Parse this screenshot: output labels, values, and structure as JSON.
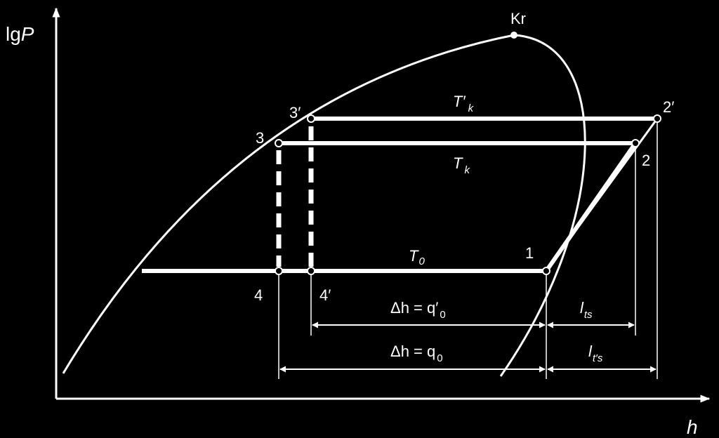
{
  "axes": {
    "y_label_prefix": "lg",
    "y_label_var": "P",
    "x_label": "h"
  },
  "critical_point": "Kr",
  "points": {
    "p1": "1",
    "p2": "2",
    "p2_prime": "2′",
    "p3": "3",
    "p3_prime": "3′",
    "p4": "4",
    "p4_prime": "4′"
  },
  "isotherms": {
    "tk_prime_main": "T′",
    "tk_prime_sub": "k",
    "tk_main": "T",
    "tk_sub": "k",
    "t0_main": "T",
    "t0_sub": "0"
  },
  "dimensions": {
    "dh_q0_prime_text": "Δh = q′",
    "dh_q0_prime_sub": "0",
    "dh_q0_text": "Δh = q",
    "dh_q0_sub": "0",
    "lts_main": "l",
    "lts_sub": "ts",
    "lpts_main": "l",
    "lpts_sub": "t′s"
  },
  "colors": {
    "background": "#000000",
    "foreground": "#ffffff"
  }
}
